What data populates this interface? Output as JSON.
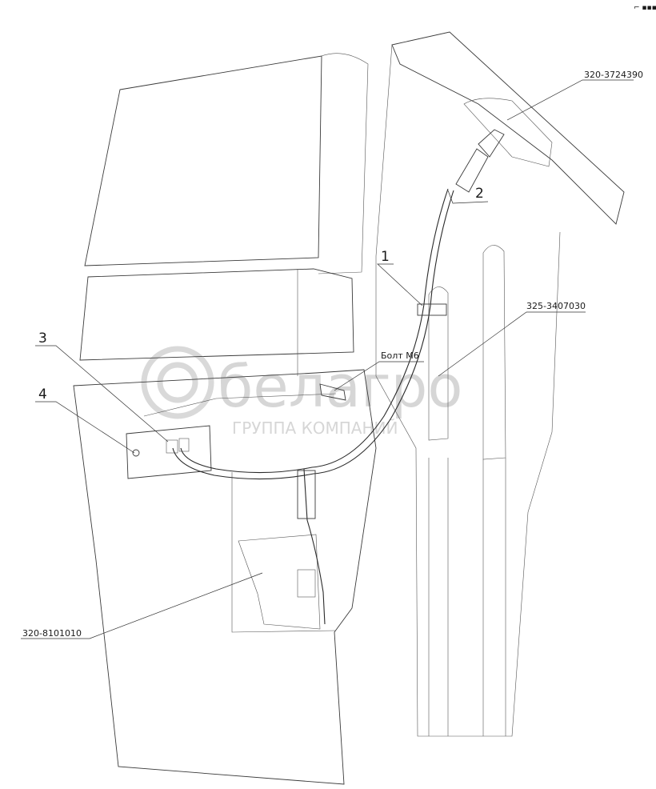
{
  "watermark": {
    "brand": "белагро",
    "subtitle": "ГРУППА КОМПАНИЙ"
  },
  "callouts": [
    {
      "id": "1",
      "label": "1"
    },
    {
      "id": "2",
      "label": "2"
    },
    {
      "id": "3",
      "label": "3"
    },
    {
      "id": "4",
      "label": "4"
    }
  ],
  "part_labels": {
    "lamp": "320-3724390",
    "switch": "325-3407030",
    "bolt": "Болт М6",
    "heater": "320-8101010"
  },
  "corner_mark": "⌐ ▪▪▪"
}
